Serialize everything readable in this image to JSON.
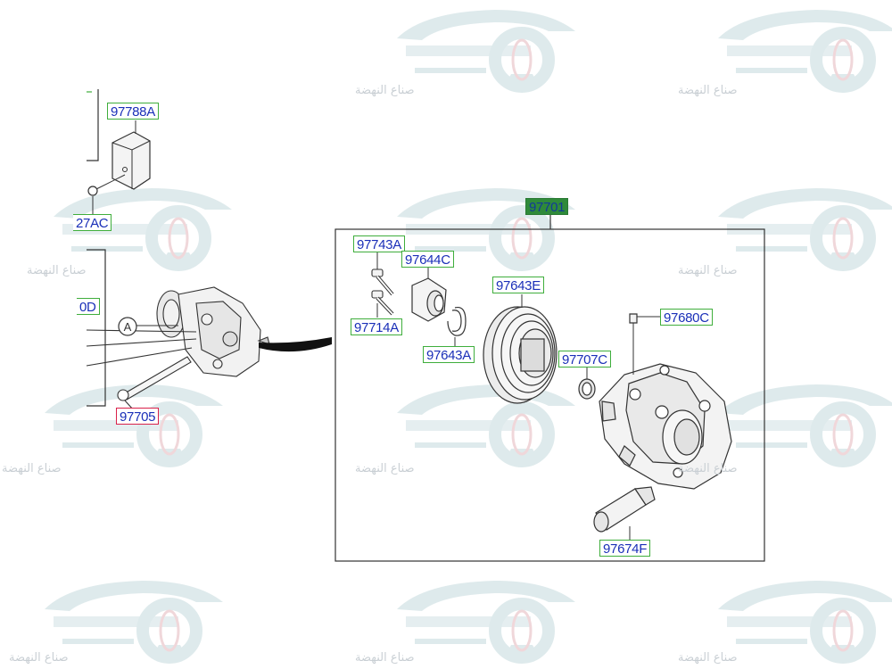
{
  "callouts": {
    "c97788A": "97788A",
    "c27AC": "27AC",
    "c0D": "0D",
    "cA": "A",
    "c97705": "97705",
    "c97701": "97701",
    "c97743A": "97743A",
    "c97644C": "97644C",
    "c97714A": "97714A",
    "c97643E": "97643E",
    "c97643A": "97643A",
    "c97707C": "97707C",
    "c97680C": "97680C",
    "c97674F": "97674F"
  },
  "watermark": {
    "text": "صناع النهضة"
  },
  "colors": {
    "callout_border": "#3fae3c",
    "callout_text": "#1a2fb8",
    "selected_border": "#d9214a",
    "header_fill": "#2f8a3a",
    "line": "#333333"
  }
}
